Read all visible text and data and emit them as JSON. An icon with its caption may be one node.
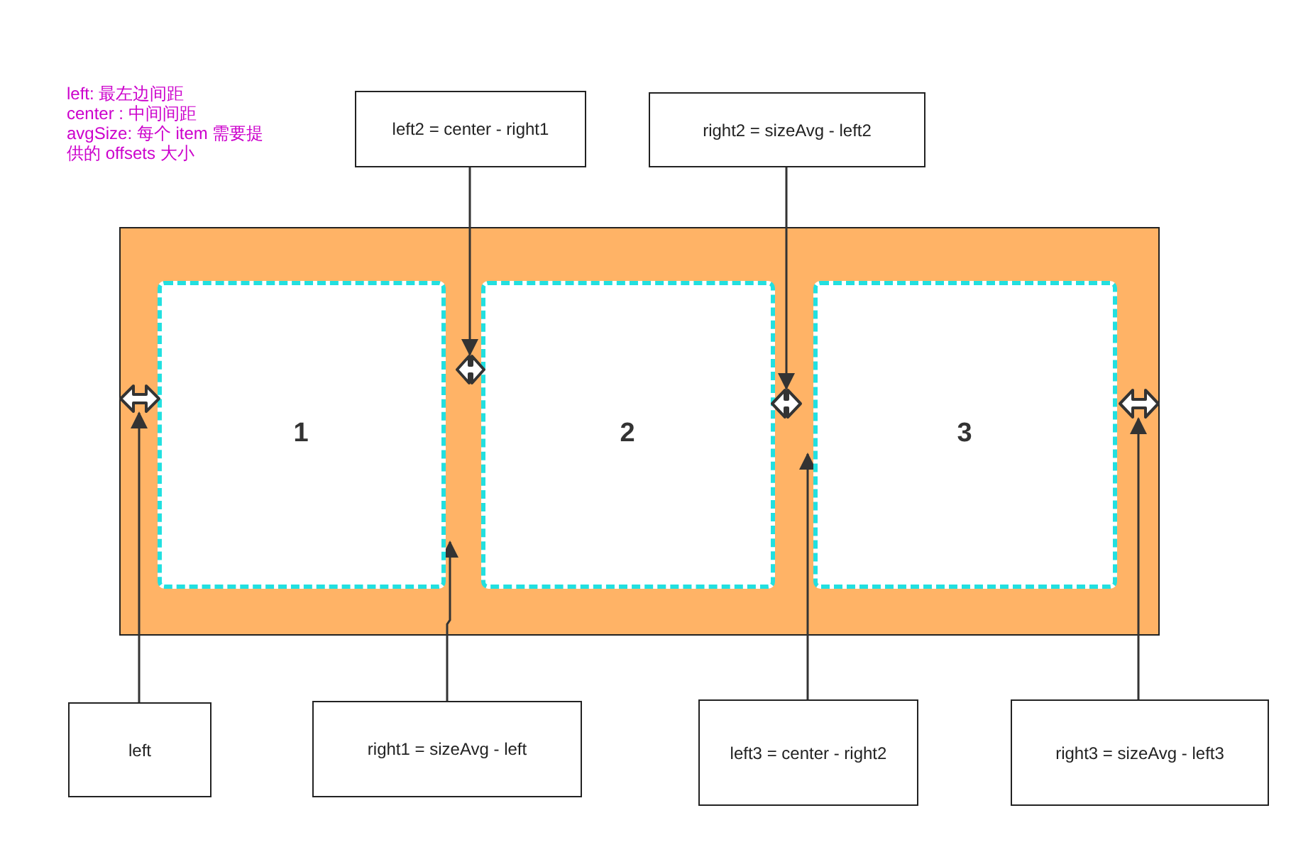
{
  "diagram": {
    "nodes": [
      {
        "text": [
          "left2 = center - right1"
        ]
      },
      {
        "text": [
          "right2 = sizeAvg - left2"
        ]
      },
      {
        "text": [],
        "shape": "box"
      },
      {
        "text": [
          "1"
        ],
        "in": 2
      },
      {
        "text": [
          "2"
        ],
        "in": 2
      },
      {
        "text": [
          "3"
        ],
        "in": 2
      },
      {
        "text": [],
        "shape": "arrow",
        "in": 2
      },
      {
        "text": [],
        "shape": "arrow",
        "in": 2
      },
      {
        "text": [],
        "shape": "arrow",
        "in": 2
      },
      {
        "text": [],
        "shape": "arrow",
        "in": 2
      },
      {
        "text": [
          "left"
        ]
      },
      {
        "text": [
          "right1 = sizeAvg - left"
        ]
      },
      {
        "text": [
          "left3 = center - right2"
        ]
      },
      {
        "text": [
          "right3 = sizeAvg - left3"
        ]
      }
    ],
    "edges": [
      {
        "from": 0,
        "to": 7,
        "arrow": "to"
      },
      {
        "from": 1,
        "to": 8,
        "arrow": "to"
      },
      {
        "from": 10,
        "to": 6,
        "arrow": "to"
      },
      {
        "from": 11,
        "to": 3,
        "arrow": "to"
      },
      {
        "from": 12,
        "to": 5,
        "arrow": "to"
      },
      {
        "from": 13,
        "to": 9,
        "arrow": "to"
      }
    ],
    "labels": [
      "left:  最左边间距",
      "center : 中间间距",
      "avgSize:  每个 item 需要提供的 offsets 大小"
    ]
  }
}
